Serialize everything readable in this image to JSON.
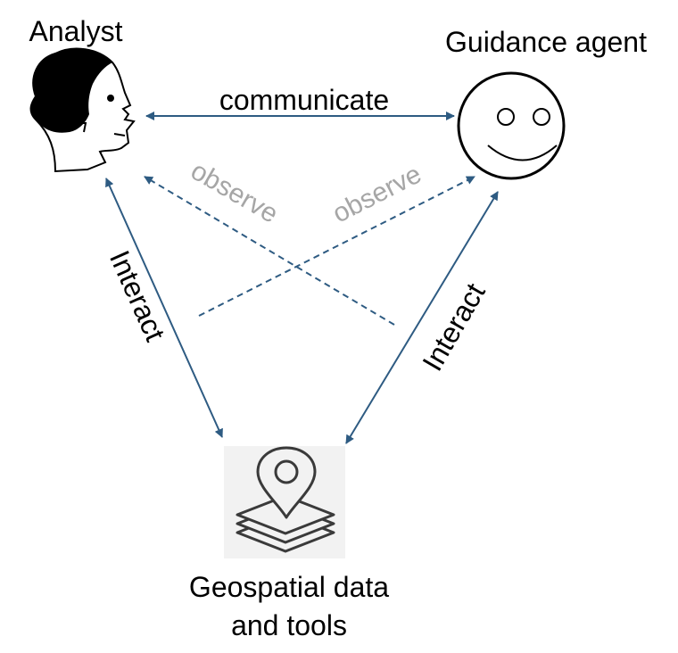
{
  "nodes": {
    "analyst": {
      "label": "Analyst",
      "icon": "person-head-icon"
    },
    "agent": {
      "label": "Guidance agent",
      "icon": "smiley-face-icon"
    },
    "geo": {
      "label_line1": "Geospatial data",
      "label_line2": "and tools",
      "icon": "map-pin-layers-icon"
    }
  },
  "edges": {
    "communicate": "communicate",
    "observe_left": "observe",
    "observe_right": "observe",
    "interact_left": "Interact",
    "interact_right": "Interact"
  },
  "colors": {
    "arrow": "#2e5b82",
    "observe_text": "#a6a6a6",
    "text": "#000000",
    "icon_bg": "#f2f2f2"
  }
}
